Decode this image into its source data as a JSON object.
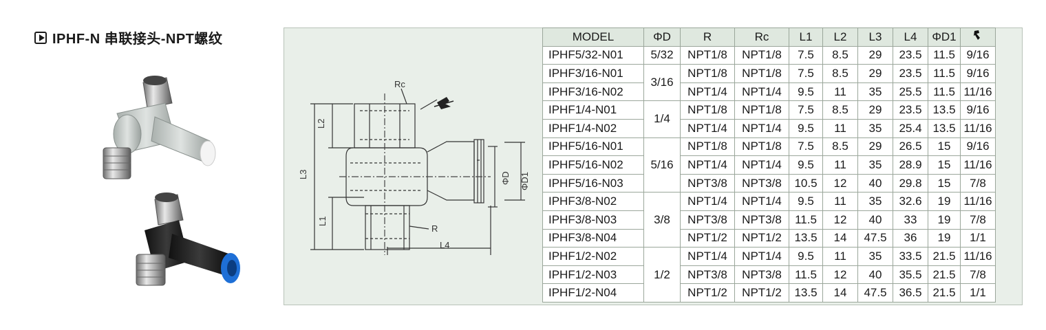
{
  "title": "IPHF-N 串联接头-NPT螺纹",
  "drawing": {
    "labels": {
      "rc": "Rc",
      "l2": "L2",
      "l3": "L3",
      "l1": "L1",
      "r": "R",
      "l4": "L4",
      "phid": "ΦD",
      "phid1": "ΦD1"
    }
  },
  "table": {
    "headers": [
      "MODEL",
      "ΦD",
      "R",
      "Rc",
      "L1",
      "L2",
      "L3",
      "L4",
      "ΦD1",
      ""
    ],
    "groups": [
      {
        "d": "5/32",
        "rows": [
          {
            "model": "IPHF5/32-N01",
            "r": "NPT1/8",
            "rc": "NPT1/8",
            "l1": "7.5",
            "l2": "8.5",
            "l3": "29",
            "l4": "23.5",
            "d1": "11.5",
            "w": "9/16"
          }
        ]
      },
      {
        "d": "3/16",
        "rows": [
          {
            "model": "IPHF3/16-N01",
            "r": "NPT1/8",
            "rc": "NPT1/8",
            "l1": "7.5",
            "l2": "8.5",
            "l3": "29",
            "l4": "23.5",
            "d1": "11.5",
            "w": "9/16"
          },
          {
            "model": "IPHF3/16-N02",
            "r": "NPT1/4",
            "rc": "NPT1/4",
            "l1": "9.5",
            "l2": "11",
            "l3": "35",
            "l4": "25.5",
            "d1": "11.5",
            "w": "11/16"
          }
        ]
      },
      {
        "d": "1/4",
        "rows": [
          {
            "model": "IPHF1/4-N01",
            "r": "NPT1/8",
            "rc": "NPT1/8",
            "l1": "7.5",
            "l2": "8.5",
            "l3": "29",
            "l4": "23.5",
            "d1": "13.5",
            "w": "9/16"
          },
          {
            "model": "IPHF1/4-N02",
            "r": "NPT1/4",
            "rc": "NPT1/4",
            "l1": "9.5",
            "l2": "11",
            "l3": "35",
            "l4": "25.4",
            "d1": "13.5",
            "w": "11/16"
          }
        ]
      },
      {
        "d": "5/16",
        "rows": [
          {
            "model": "IPHF5/16-N01",
            "r": "NPT1/8",
            "rc": "NPT1/8",
            "l1": "7.5",
            "l2": "8.5",
            "l3": "29",
            "l4": "26.5",
            "d1": "15",
            "w": "9/16"
          },
          {
            "model": "IPHF5/16-N02",
            "r": "NPT1/4",
            "rc": "NPT1/4",
            "l1": "9.5",
            "l2": "11",
            "l3": "35",
            "l4": "28.9",
            "d1": "15",
            "w": "11/16"
          },
          {
            "model": "IPHF5/16-N03",
            "r": "NPT3/8",
            "rc": "NPT3/8",
            "l1": "10.5",
            "l2": "12",
            "l3": "40",
            "l4": "29.8",
            "d1": "15",
            "w": "7/8"
          }
        ]
      },
      {
        "d": "3/8",
        "rows": [
          {
            "model": "IPHF3/8-N02",
            "r": "NPT1/4",
            "rc": "NPT1/4",
            "l1": "9.5",
            "l2": "11",
            "l3": "35",
            "l4": "32.6",
            "d1": "19",
            "w": "11/16"
          },
          {
            "model": "IPHF3/8-N03",
            "r": "NPT3/8",
            "rc": "NPT3/8",
            "l1": "11.5",
            "l2": "12",
            "l3": "40",
            "l4": "33",
            "d1": "19",
            "w": "7/8"
          },
          {
            "model": "IPHF3/8-N04",
            "r": "NPT1/2",
            "rc": "NPT1/2",
            "l1": "13.5",
            "l2": "14",
            "l3": "47.5",
            "l4": "36",
            "d1": "19",
            "w": "1/1"
          }
        ]
      },
      {
        "d": "1/2",
        "rows": [
          {
            "model": "IPHF1/2-N02",
            "r": "NPT1/4",
            "rc": "NPT1/4",
            "l1": "9.5",
            "l2": "11",
            "l3": "35",
            "l4": "33.5",
            "d1": "21.5",
            "w": "11/16"
          },
          {
            "model": "IPHF1/2-N03",
            "r": "NPT3/8",
            "rc": "NPT3/8",
            "l1": "11.5",
            "l2": "12",
            "l3": "40",
            "l4": "35.5",
            "d1": "21.5",
            "w": "7/8"
          },
          {
            "model": "IPHF1/2-N04",
            "r": "NPT1/2",
            "rc": "NPT1/2",
            "l1": "13.5",
            "l2": "14",
            "l3": "47.5",
            "l4": "36.5",
            "d1": "21.5",
            "w": "1/1"
          }
        ]
      }
    ]
  },
  "icons": {
    "wrench_header": "wrench-icon",
    "wrench_drawing": "wrench-icon"
  }
}
